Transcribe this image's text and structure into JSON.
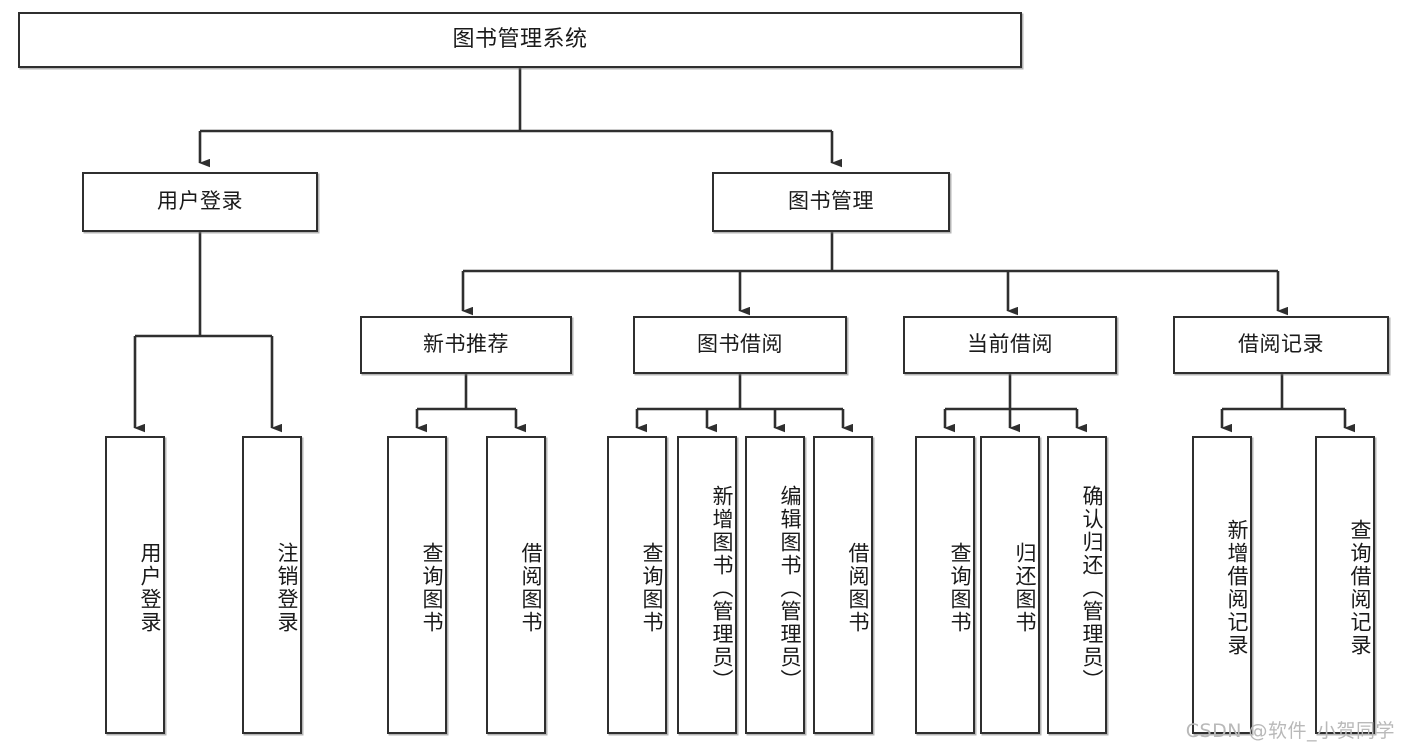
{
  "diagram": {
    "title": "图书管理系统",
    "type": "tree-hierarchy-chart",
    "watermark": "CSDN @软件_小贺同学",
    "colors": {
      "box_border": "#2f2f2f",
      "box_fill": "#ffffff",
      "connector": "#2f2f2f",
      "text": "#1a1a1a",
      "watermark": "#b9b9b9",
      "background": "#ffffff"
    },
    "root": {
      "label": "图书管理系统"
    },
    "level2": [
      {
        "label": "用户登录"
      },
      {
        "label": "图书管理"
      }
    ],
    "level3": [
      {
        "label": "新书推荐"
      },
      {
        "label": "图书借阅"
      },
      {
        "label": "当前借阅"
      },
      {
        "label": "借阅记录"
      }
    ],
    "leaves": {
      "user_login": [
        {
          "label": "用户登录"
        },
        {
          "label": "注销登录"
        }
      ],
      "new_book": [
        {
          "label": "查询图书"
        },
        {
          "label": "借阅图书"
        }
      ],
      "book_borrow": [
        {
          "label": "查询图书"
        },
        {
          "label": "新增图书（管理员）"
        },
        {
          "label": "编辑图书（管理员）"
        },
        {
          "label": "借阅图书"
        }
      ],
      "current_borrow": [
        {
          "label": "查询图书"
        },
        {
          "label": "归还图书"
        },
        {
          "label": "确认归还（管理员）"
        }
      ],
      "borrow_record": [
        {
          "label": "新增借阅记录"
        },
        {
          "label": "查询借阅记录"
        }
      ]
    }
  }
}
